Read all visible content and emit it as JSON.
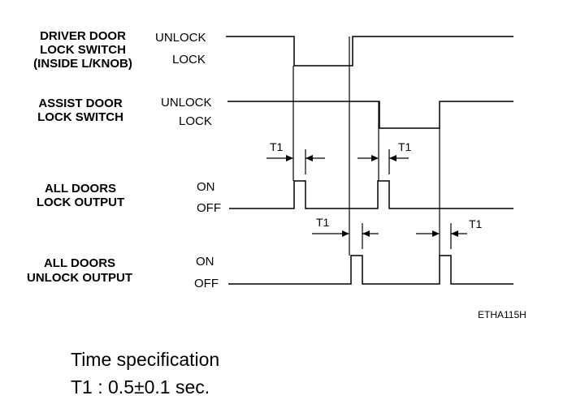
{
  "signals": {
    "driver": {
      "label": [
        "DRIVER DOOR",
        "LOCK SWITCH",
        "(INSIDE L/KNOB)"
      ],
      "high": "UNLOCK",
      "low": "LOCK"
    },
    "assist": {
      "label": [
        "ASSIST DOOR",
        "LOCK SWITCH"
      ],
      "high": "UNLOCK",
      "low": "LOCK"
    },
    "lock_output": {
      "label": [
        "ALL DOORS",
        "LOCK OUTPUT"
      ],
      "high": "ON",
      "low": "OFF"
    },
    "unlock_output": {
      "label": [
        "ALL DOORS",
        "UNLOCK OUTPUT"
      ],
      "high": "ON",
      "low": "OFF"
    }
  },
  "timing_label": "T1",
  "figure_code": "ETHA115H",
  "spec": {
    "title": "Time specification",
    "line": "T1 : 0.5±0.1 sec."
  }
}
